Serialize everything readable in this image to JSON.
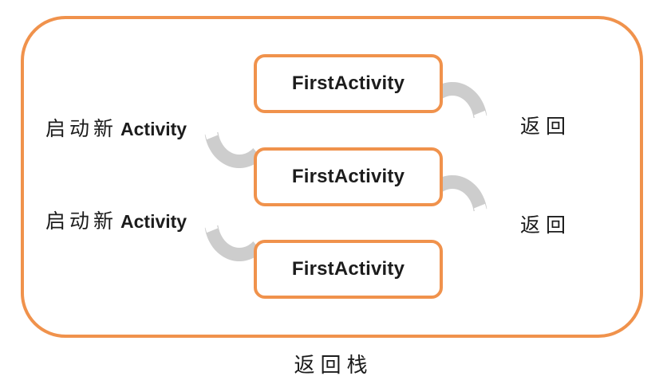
{
  "colors": {
    "accent": "#F0924C",
    "shade": "#CDCDCD",
    "ink": "#1C1C1C"
  },
  "diagram": {
    "caption": "返回栈",
    "activities": [
      {
        "label": "FirstActivity"
      },
      {
        "label": "FirstActivity"
      },
      {
        "label": "FirstActivity"
      }
    ],
    "launch_labels": [
      {
        "cjk": "启动新",
        "latin": "Activity"
      },
      {
        "cjk": "启动新",
        "latin": "Activity"
      }
    ],
    "back_labels": [
      {
        "label": "返回"
      },
      {
        "label": "返回"
      }
    ]
  }
}
